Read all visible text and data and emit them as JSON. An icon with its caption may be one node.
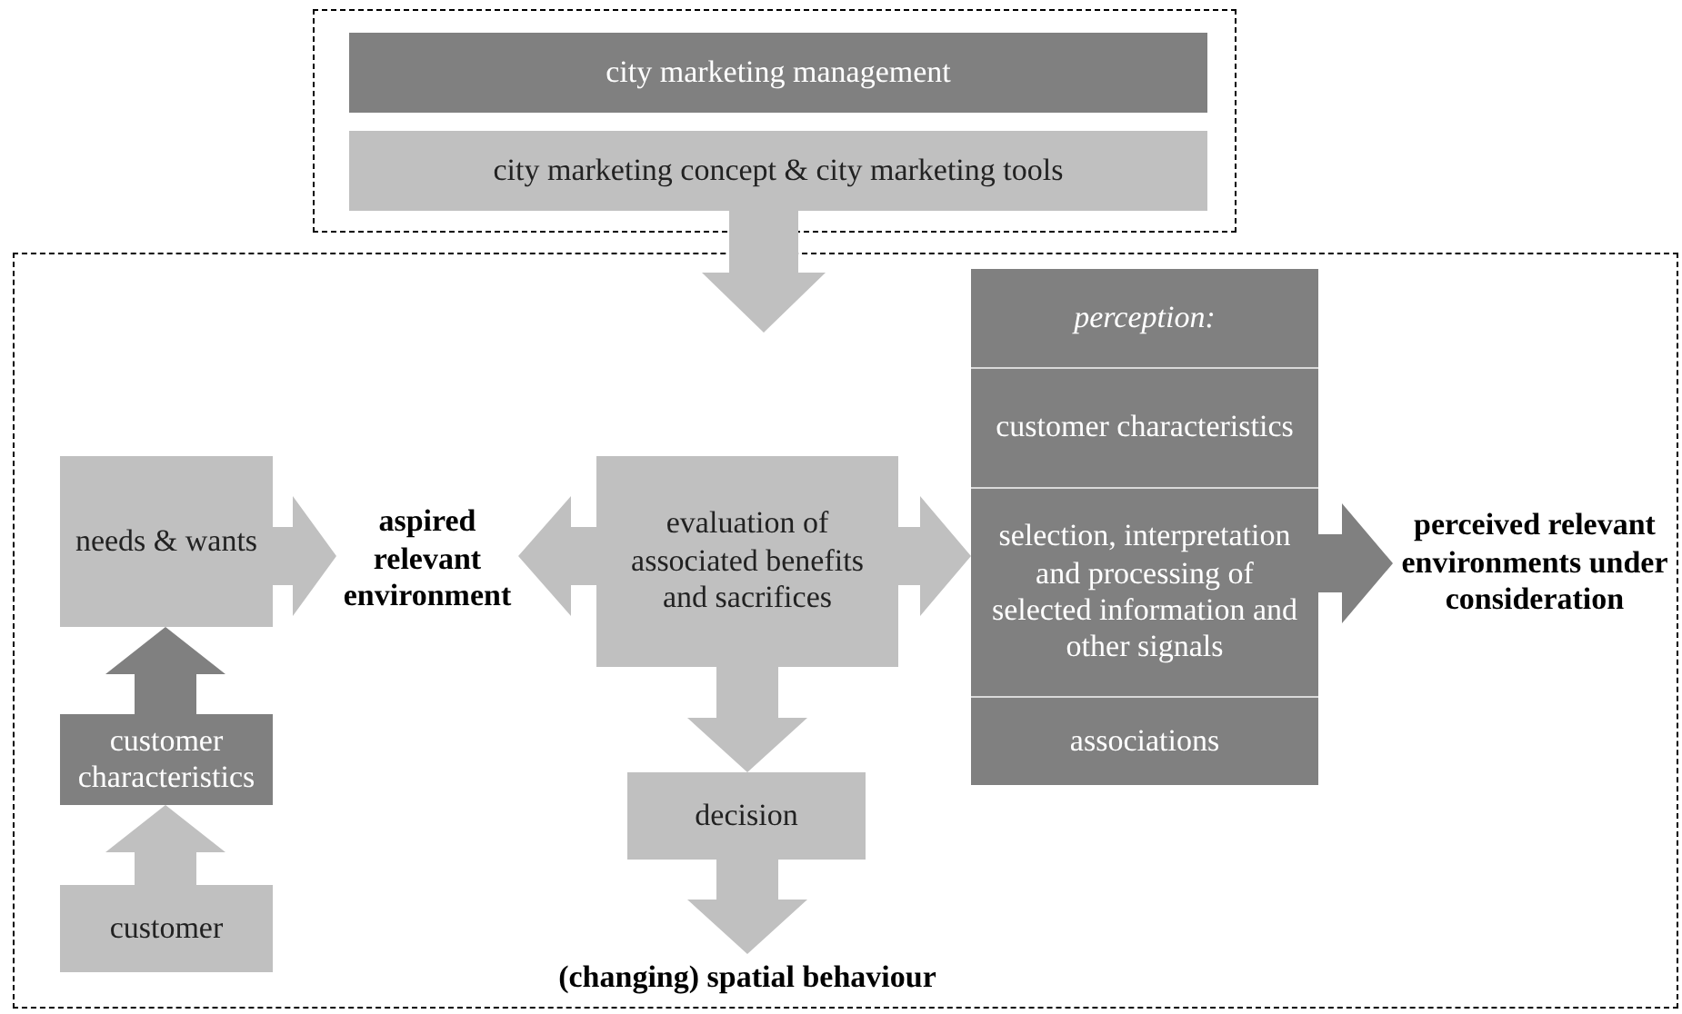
{
  "diagram": {
    "nodes": [
      {
        "text": [],
        "shape": "box"
      },
      {
        "text": [
          "city marketing management"
        ],
        "in": 0
      },
      {
        "text": [
          "city marketing concept & city marketing tools"
        ],
        "in": 0
      },
      {
        "text": [],
        "shape": "box"
      },
      {
        "text": [
          "needs & wants"
        ],
        "in": 3
      },
      {
        "text": [
          "customer characteristics"
        ],
        "in": 3
      },
      {
        "text": [
          "customer"
        ],
        "in": 3
      },
      {
        "text": [
          "aspired relevant environment"
        ],
        "in": 3
      },
      {
        "text": [
          "evaluation of associated benefits and sacrifices"
        ],
        "in": 3
      },
      {
        "text": [
          "decision"
        ],
        "in": 3
      },
      {
        "text": [
          "(changing) spatial behaviour"
        ],
        "in": 3
      },
      {
        "text": [
          "perception:",
          "customer characteristics",
          "selection, interpretation and processing of selected information and other signals",
          "associations"
        ],
        "in": 3
      },
      {
        "text": [
          "perceived relevant environments under consideration"
        ],
        "in": 3
      }
    ],
    "edges": [
      {
        "from": 2,
        "to": null,
        "arrow": "to"
      },
      {
        "from": 6,
        "to": 5,
        "arrow": "to"
      },
      {
        "from": 5,
        "to": 4,
        "arrow": "to",
        "color": "#808080"
      },
      {
        "from": 4,
        "to": 7,
        "arrow": "to"
      },
      {
        "from": 8,
        "to": 7,
        "arrow": "to"
      },
      {
        "from": 8,
        "to": 11,
        "arrow": "to"
      },
      {
        "from": 8,
        "to": 9,
        "arrow": "to"
      },
      {
        "from": 9,
        "to": 10,
        "arrow": "to"
      },
      {
        "from": 11,
        "to": 12,
        "arrow": "to",
        "color": "#808080"
      }
    ]
  }
}
